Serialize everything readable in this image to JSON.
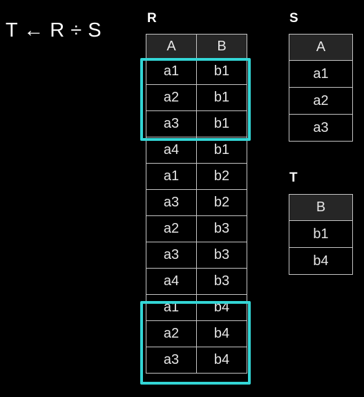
{
  "formula": "T ← R ÷ S",
  "R": {
    "label": "R",
    "headers": [
      "A",
      "B"
    ],
    "rows": [
      [
        "a1",
        "b1"
      ],
      [
        "a2",
        "b1"
      ],
      [
        "a3",
        "b1"
      ],
      [
        "a4",
        "b1"
      ],
      [
        "a1",
        "b2"
      ],
      [
        "a3",
        "b2"
      ],
      [
        "a2",
        "b3"
      ],
      [
        "a3",
        "b3"
      ],
      [
        "a4",
        "b3"
      ],
      [
        "a1",
        "b4"
      ],
      [
        "a2",
        "b4"
      ],
      [
        "a3",
        "b4"
      ]
    ]
  },
  "S": {
    "label": "S",
    "headers": [
      "A"
    ],
    "rows": [
      [
        "a1"
      ],
      [
        "a2"
      ],
      [
        "a3"
      ]
    ]
  },
  "T": {
    "label": "T",
    "headers": [
      "B"
    ],
    "rows": [
      [
        "b1"
      ],
      [
        "b4"
      ]
    ]
  },
  "highlight_color": "#33d6d6"
}
